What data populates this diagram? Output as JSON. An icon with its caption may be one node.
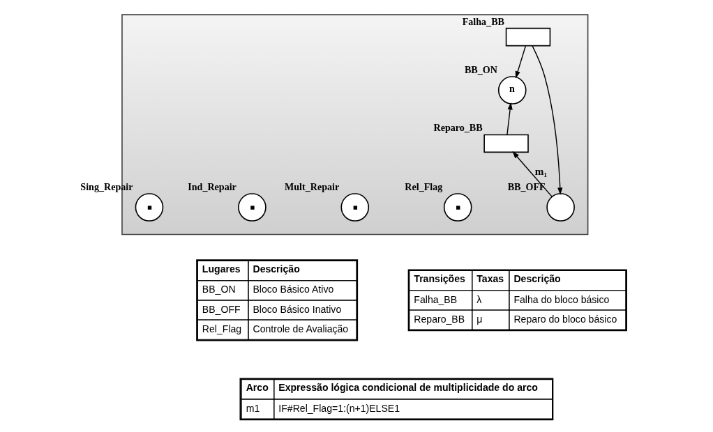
{
  "diagram": {
    "nodes": [
      {
        "text": [],
        "shape": "box"
      },
      {
        "text": [
          "n"
        ],
        "beside": [
          "BB_ON"
        ],
        "in": 0
      },
      {
        "text": [],
        "shape": "box",
        "beside": [
          "Reparo_BB"
        ],
        "in": 0
      },
      {
        "text": [],
        "shape": "box",
        "beside": [
          "Falha_BB"
        ],
        "in": 0
      },
      {
        "text": [],
        "shape": "token",
        "beside": [
          "Sing_Repair"
        ],
        "in": 0
      },
      {
        "text": [],
        "shape": "token",
        "beside": [
          "Ind_Repair"
        ],
        "in": 0
      },
      {
        "text": [],
        "shape": "token",
        "beside": [
          "Mult_Repair"
        ],
        "in": 0
      },
      {
        "text": [],
        "shape": "token",
        "beside": [
          "Rel_Flag"
        ],
        "in": 0
      },
      {
        "text": [],
        "shape": "circle",
        "beside": [
          "BB_OFF"
        ],
        "in": 0
      }
    ],
    "edges": [
      {
        "from": 2,
        "to": 1,
        "arrow": "to"
      },
      {
        "from": 3,
        "to": 1,
        "arrow": "to"
      },
      {
        "from": 3,
        "to": 8,
        "arrow": "to"
      },
      {
        "from": 8,
        "to": 2,
        "arrow": "to",
        "label": "m₁"
      }
    ],
    "labels": [
      "Lugares",
      "Descrição",
      "BB_ON",
      "Bloco Básico Ativo",
      "BB_OFF",
      "Bloco Básico Inativo",
      "Rel_Flag",
      "Controle de Avaliação",
      "Transições",
      "Taxas",
      "Descrição",
      "Falha_BB",
      "λ",
      "Falha do bloco básico",
      "Reparo_BB",
      "μ",
      "Reparo do bloco básico",
      "Arco",
      "Expressão lógica condicional de multiplicidade do arco",
      "m1",
      "IF#Rel_Flag=1:(n+1)ELSE1"
    ]
  }
}
